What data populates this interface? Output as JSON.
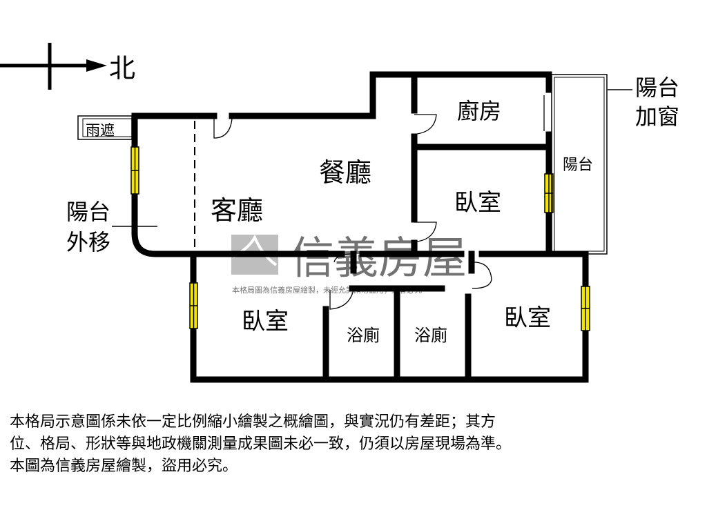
{
  "compass": {
    "direction": "北"
  },
  "rooms": {
    "kitchen": "廚房",
    "dining": "餐廳",
    "living": "客廳",
    "bedroom_ne": "臥室",
    "bedroom_sw": "臥室",
    "bedroom_se": "臥室",
    "bath_1": "浴廁",
    "bath_2": "浴廁",
    "balcony": "陽台"
  },
  "annotations": {
    "canopy": "雨遮",
    "balcony_window_1": "陽台",
    "balcony_window_2": "加窗",
    "balcony_moved_1": "陽台",
    "balcony_moved_2": "外移"
  },
  "watermark": {
    "brand": "信義房屋",
    "notice": "本格局圖為信義房屋繪製，未經允許請勿盜用，違者必究"
  },
  "disclaimer": [
    "本格局示意圖係未依一定比例縮小繪製之概繪圖，與實況仍有差距；其方",
    "位、格局、形狀等與地政機關測量成果圖未必一致，仍須以房屋現場為準。",
    "本圖為信義房屋繪製，盜用必究。"
  ],
  "colors": {
    "wall": "#000000",
    "window": "#f2e600",
    "watermark": "#a0a0a0"
  }
}
